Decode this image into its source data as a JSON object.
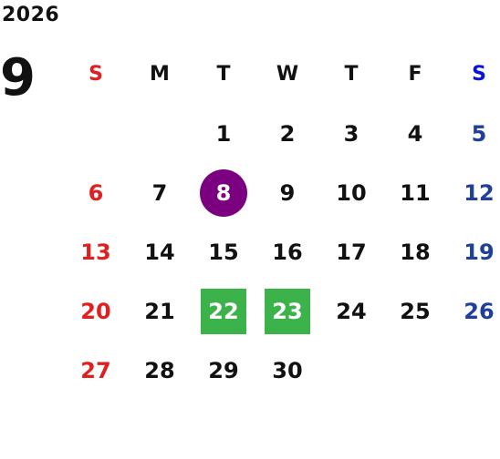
{
  "calendar": {
    "year": "2026",
    "month": "9",
    "weekdays": [
      "S",
      "M",
      "T",
      "W",
      "T",
      "F",
      "S"
    ],
    "weeks": [
      [
        "",
        "",
        "1",
        "2",
        "3",
        "4",
        "5"
      ],
      [
        "6",
        "7",
        "8",
        "9",
        "10",
        "11",
        "12"
      ],
      [
        "13",
        "14",
        "15",
        "16",
        "17",
        "18",
        "19"
      ],
      [
        "20",
        "21",
        "22",
        "23",
        "24",
        "25",
        "26"
      ],
      [
        "27",
        "28",
        "29",
        "30",
        "",
        "",
        ""
      ]
    ],
    "highlights": {
      "today": "8",
      "holidays": [
        "22",
        "23"
      ]
    },
    "colors": {
      "sunday": "#e02020",
      "saturday": "#1f3f9a",
      "saturday_header": "#0a14d8",
      "today_circle": "#7a0080",
      "holiday_box": "#3cb24a",
      "text": "#111111"
    }
  }
}
